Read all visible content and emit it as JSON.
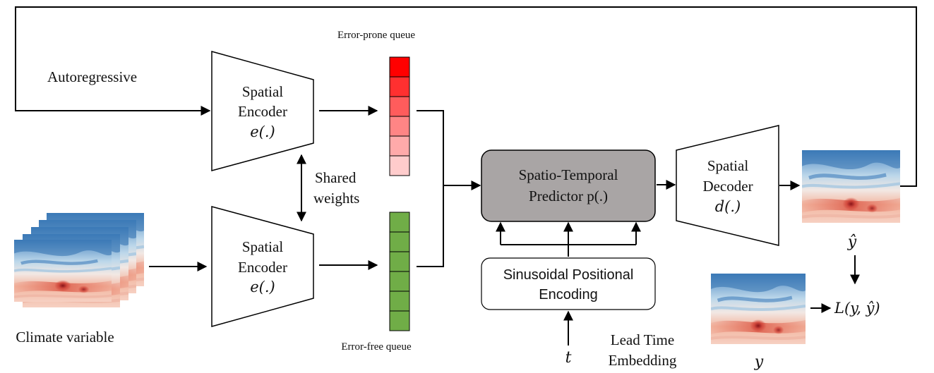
{
  "labels": {
    "autoregressive": "Autoregressive",
    "error_prone_queue": "Error-prone queue",
    "error_free_queue": "Error-free queue",
    "shared_weights_1": "Shared",
    "shared_weights_2": "weights",
    "climate_variable": "Climate variable",
    "lead_time_1": "Lead Time",
    "lead_time_2": "Embedding"
  },
  "encoder_top": {
    "line1": "Spatial",
    "line2": "Encoder",
    "func": "e(.)"
  },
  "encoder_bottom": {
    "line1": "Spatial",
    "line2": "Encoder",
    "func": "e(.)"
  },
  "predictor": {
    "line1": "Spatio-Temporal",
    "line2": "Predictor p(.)"
  },
  "decoder": {
    "line1": "Spatial",
    "line2": "Decoder",
    "func": "d(.)"
  },
  "positional_encoding": {
    "line1": "Sinusoidal Positional",
    "line2": "Encoding"
  },
  "math": {
    "t": "t",
    "y_hat": "ŷ",
    "y": "y",
    "loss": "L(y, ŷ)"
  },
  "colors": {
    "error_prone_queue": [
      "#ff0000",
      "#ff3030",
      "#ff5c5c",
      "#ff8585",
      "#ffaaaa",
      "#ffcccc"
    ],
    "error_free_queue": "#70ad47",
    "predictor_fill": "#a9a5a5",
    "field_blue": "#2e6fb0",
    "field_red": "#d0453a"
  }
}
